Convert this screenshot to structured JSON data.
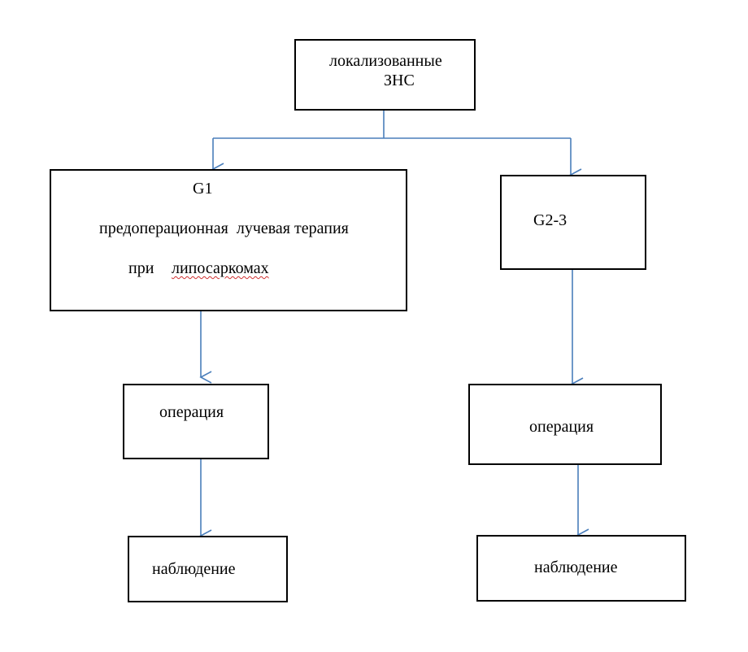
{
  "colors": {
    "box_border": "#000000",
    "connector": "#4a7ebb",
    "spellcheck_underline": "#d03030"
  },
  "root": {
    "line1": "локализованные",
    "line2": "ЗНС"
  },
  "left_branch": {
    "grade": "G1",
    "treatment_line": "предоперационная  лучевая терапия",
    "condition_prefix": "при",
    "condition_word": "липосаркомах",
    "step1": "операция",
    "step2": "наблюдение"
  },
  "right_branch": {
    "grade": "G2-3",
    "step1": "операция",
    "step2": "наблюдение"
  }
}
